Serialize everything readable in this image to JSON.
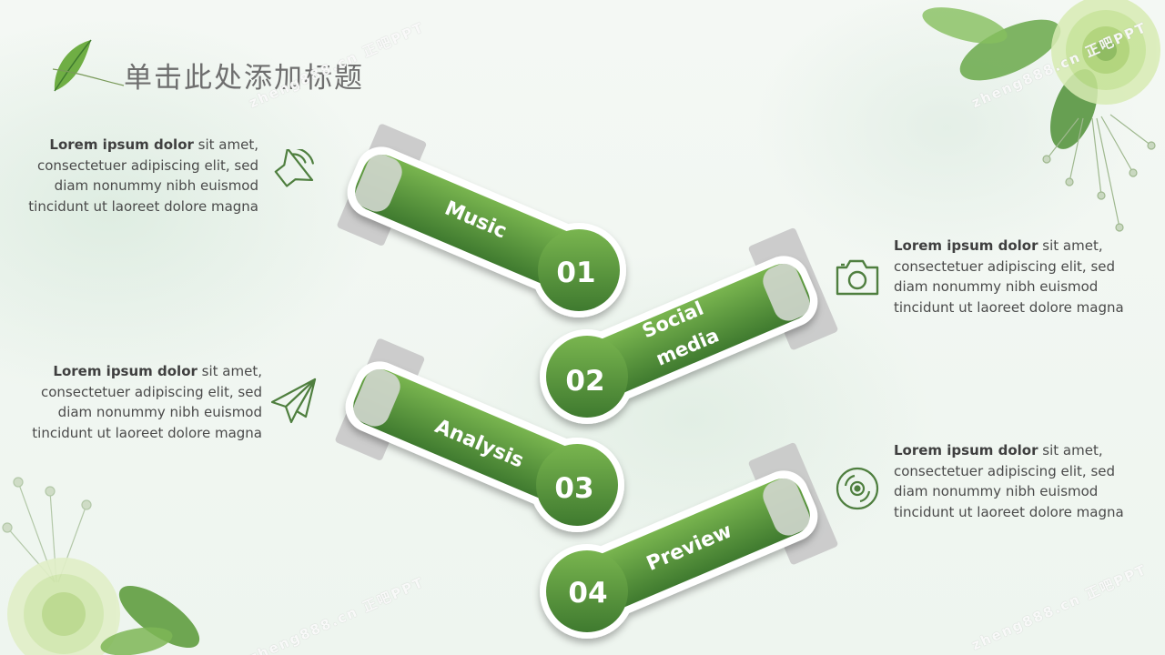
{
  "title": "单击此处添加标题",
  "watermark": "zheng888.cn 正吧PPT",
  "steps": [
    {
      "number": "01",
      "label": "Music"
    },
    {
      "number": "02",
      "label_line1": "Social",
      "label_line2": "media"
    },
    {
      "number": "03",
      "label": "Analysis"
    },
    {
      "number": "04",
      "label": "Preview"
    }
  ],
  "descriptions": [
    {
      "bold": "Lorem ipsum dolor",
      "rest1": " sit amet,",
      "line2": "consectetuer adipiscing elit, sed",
      "line3": "diam nonummy nibh euismod",
      "line4": "tincidunt ut laoreet dolore magna",
      "icon": "speaker-icon"
    },
    {
      "bold": "Lorem ipsum dolor",
      "rest1": " sit amet,",
      "line2": "consectetuer adipiscing elit, sed",
      "line3": "diam nonummy nibh euismod",
      "line4": "tincidunt ut laoreet dolore magna",
      "icon": "camera-icon"
    },
    {
      "bold": "Lorem ipsum dolor",
      "rest1": " sit amet,",
      "line2": "consectetuer adipiscing elit, sed",
      "line3": "diam nonummy nibh euismod",
      "line4": "tincidunt ut laoreet dolore magna",
      "icon": "paper-plane-icon"
    },
    {
      "bold": "Lorem ipsum dolor",
      "rest1": " sit amet,",
      "line2": "consectetuer adipiscing elit, sed",
      "line3": "diam nonummy nibh euismod",
      "line4": "tincidunt ut laoreet dolore magna",
      "icon": "vinyl-disc-icon"
    }
  ],
  "colors": {
    "accent": "#5e9a3e",
    "accent_dark": "#3f7a2f",
    "icon": "#4f7f3f",
    "text": "#4a4a4a",
    "title": "#6e6e6e"
  }
}
